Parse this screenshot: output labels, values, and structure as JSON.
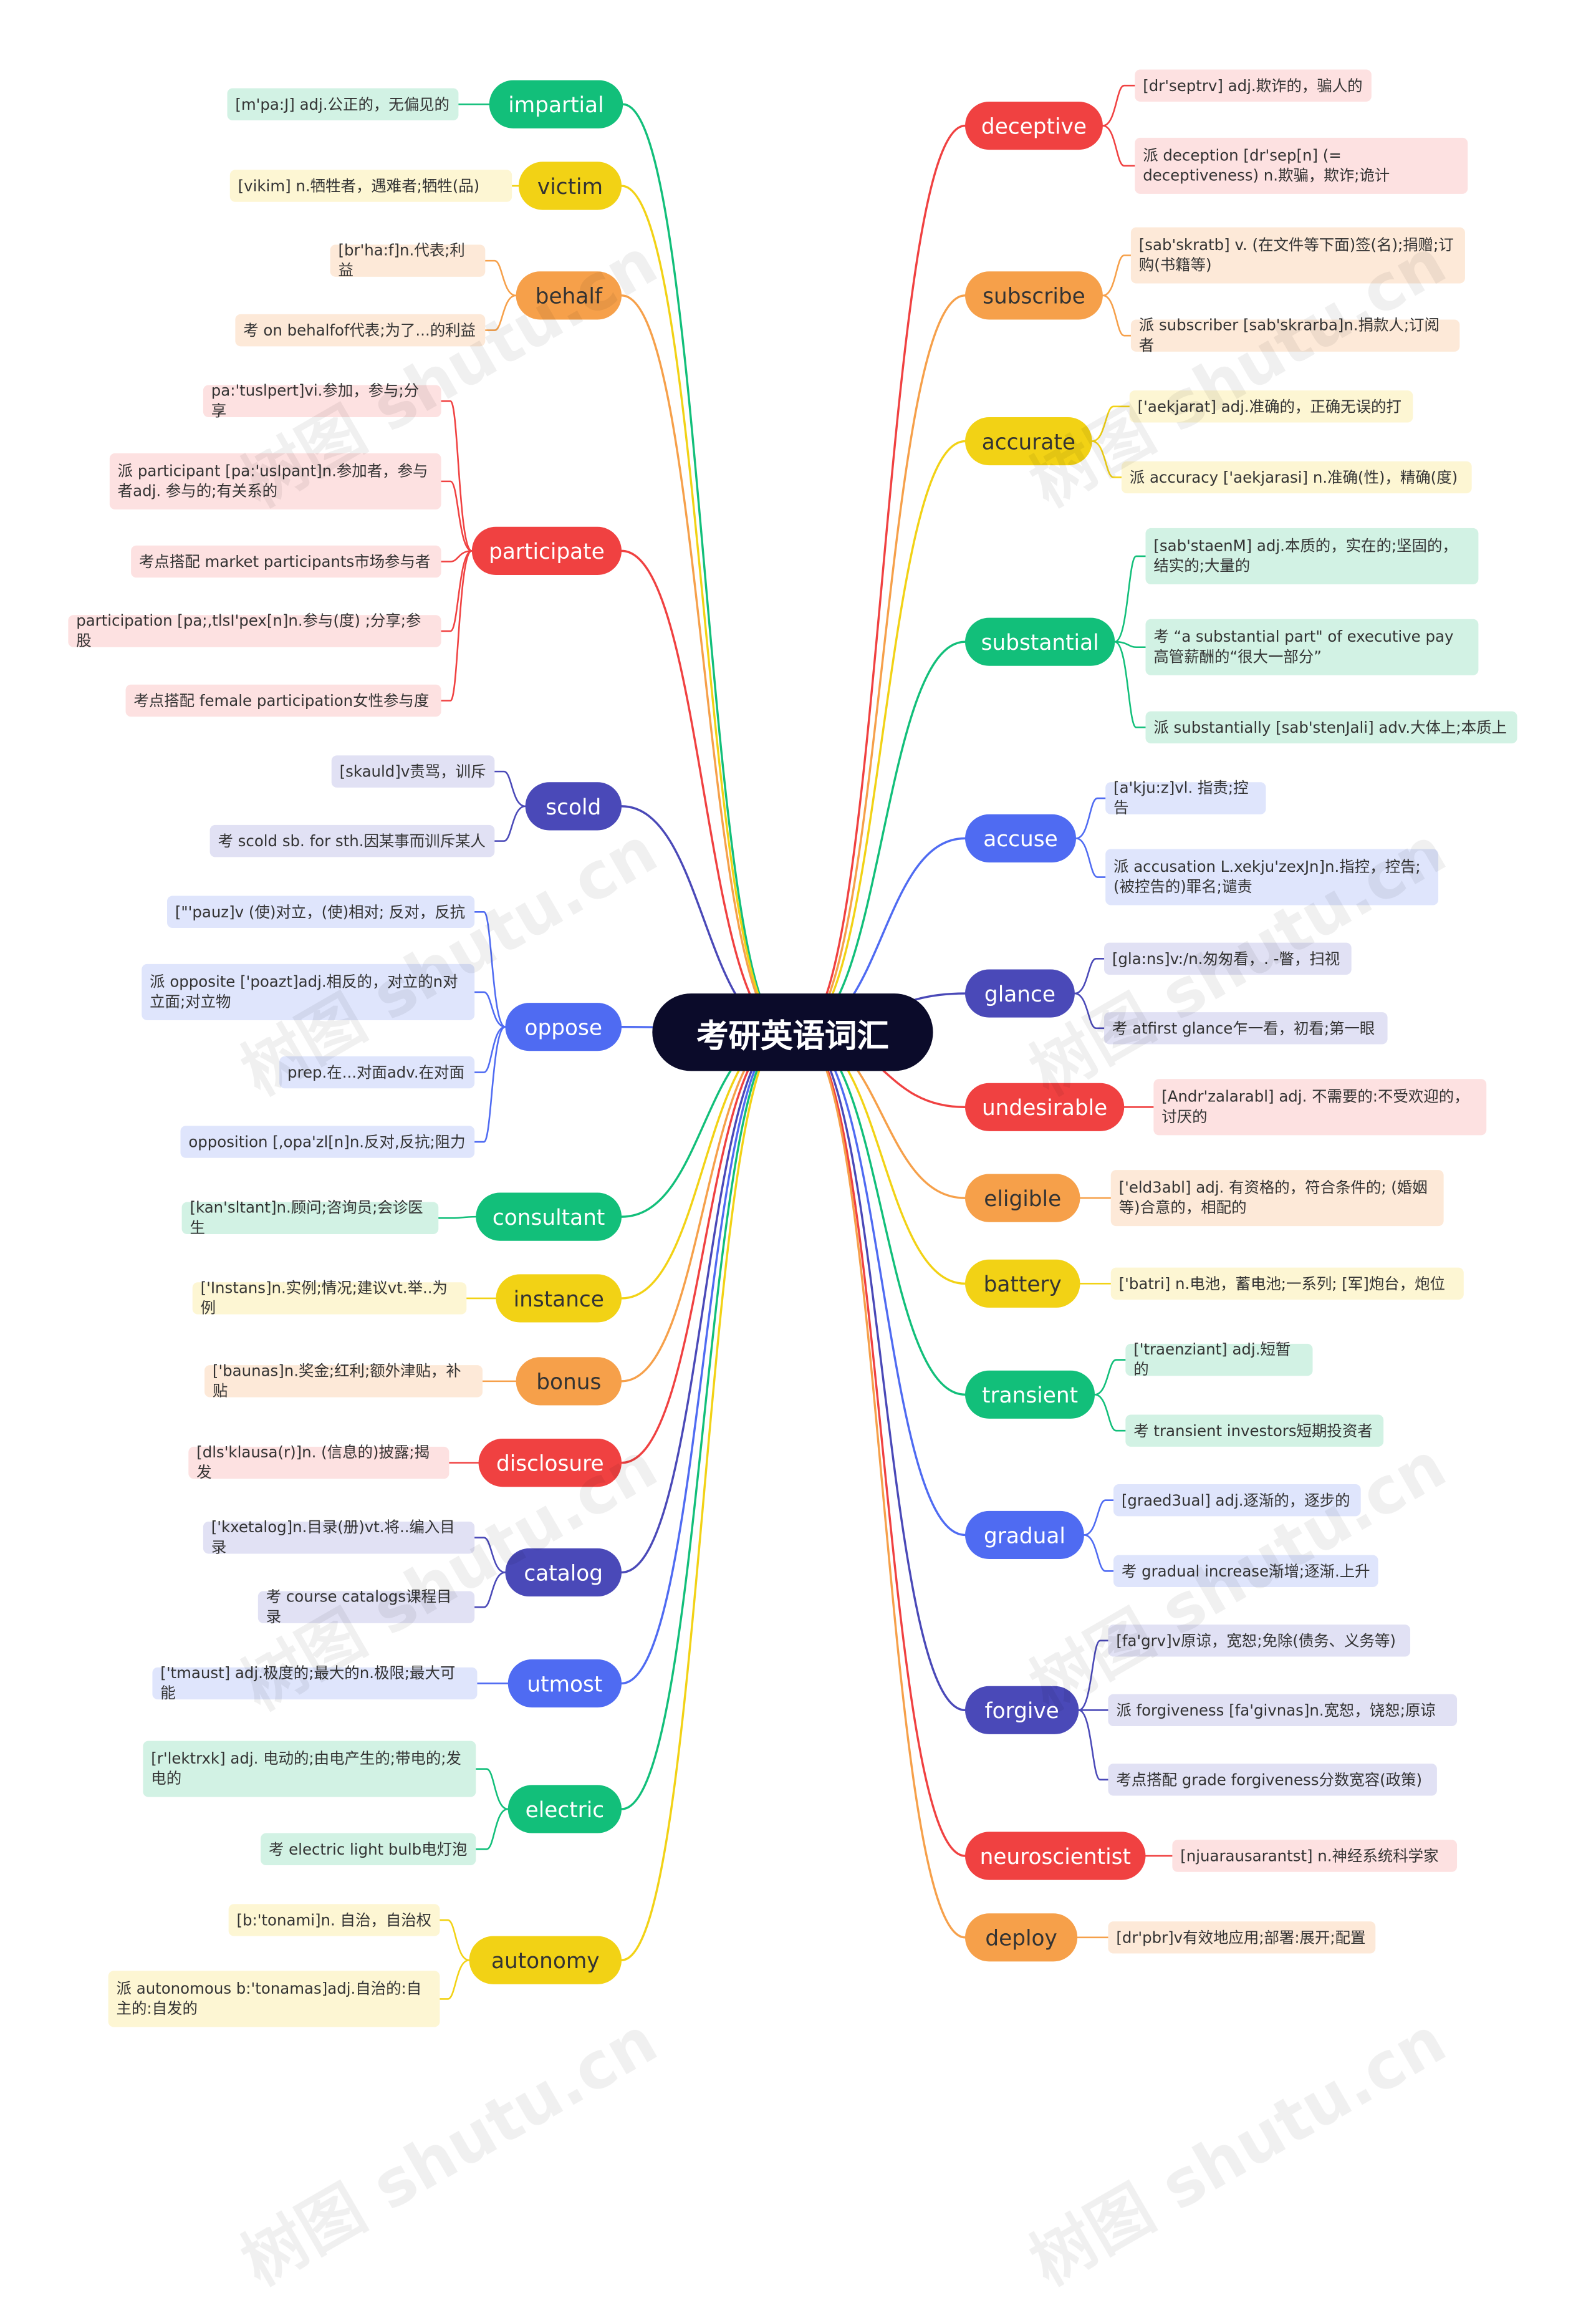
{
  "title": "考研英语词汇",
  "watermark": "树图 shutu.cn",
  "colors": {
    "red": "#f04141",
    "redNote": "#fde1e1",
    "orange": "#f6a04a",
    "orangeNote": "#fde9d8",
    "yellow": "#f2d215",
    "yellowNote": "#fdf6d3",
    "green": "#12bf7a",
    "greenNote": "#d2f2e4",
    "indigo": "#4a49b8",
    "indigoNote": "#e1e1f4",
    "blue": "#4f6bf2",
    "blueNote": "#dfe5fc",
    "center": "#0b0b2a"
  },
  "left": [
    {
      "label": "impartial",
      "color": "green",
      "notes": [
        "[m'pa:J] adj.公正的，无偏见的"
      ]
    },
    {
      "label": "victim",
      "color": "yellow",
      "notes": [
        "[vikim] n.牺牲者，遇难者;牺牲(品)"
      ]
    },
    {
      "label": "behalf",
      "color": "orange",
      "notes": [
        "[br'ha:f]n.代表;利益",
        "考 on behalfof代表;为了...的利益"
      ]
    },
    {
      "label": "participate",
      "color": "red",
      "notes": [
        "pa:'tuslpert]vi.参加，参与;分享",
        "派 participant [pa:'usIpant]n.参加者，参与者adj. 参与的;有关系的",
        "考点搭配 market participants市场参与者",
        "participation [pa;,tlsI'pex[n]n.参与(度) ;分享;参股",
        "考点搭配 female participation女性参与度"
      ]
    },
    {
      "label": "scold",
      "color": "indigo",
      "notes": [
        "[skauld]v责骂，训斥",
        "考 scold sb. for sth.因某事而训斥某人"
      ]
    },
    {
      "label": "oppose",
      "color": "blue",
      "notes": [
        "[\"'pauz]v (使)对立，(使)相对; 反对，反抗",
        "派 opposite ['poazt]adj.相反的，对立的n对立面;对立物",
        "prep.在...对面adv.在对面",
        "opposition [,opa'zl[n]n.反对,反抗;阻力"
      ]
    },
    {
      "label": "consultant",
      "color": "green",
      "notes": [
        "[kan'sltant]n.顾问;咨询员;会诊医生"
      ]
    },
    {
      "label": "instance",
      "color": "yellow",
      "notes": [
        "['Instans]n.实例;情况;建议vt.举..为例"
      ]
    },
    {
      "label": "bonus",
      "color": "orange",
      "notes": [
        "['baunas]n.奖金;红利;额外津贴，补贴"
      ]
    },
    {
      "label": "disclosure",
      "color": "red",
      "notes": [
        "[dls'klausa(r)]n. (信息的)披露;揭发"
      ]
    },
    {
      "label": "catalog",
      "color": "indigo",
      "notes": [
        "['kxetalog]n.目录(册)vt.将..编入目录",
        "考 course catalogs课程目录"
      ]
    },
    {
      "label": "utmost",
      "color": "blue",
      "notes": [
        "['tmaust] adj.极度的;最大的n.极限;最大可能"
      ]
    },
    {
      "label": "electric",
      "color": "green",
      "notes": [
        "[r'lektrxk] adj. 电动的;由电产生的;带电的;发电的",
        "考 electric light bulb电灯泡"
      ]
    },
    {
      "label": "autonomy",
      "color": "yellow",
      "notes": [
        "[b:'tonami]n. 自治，自治权",
        "派 autonomous b:'tonamas]adj.自治的:自主的:自发的"
      ]
    }
  ],
  "right": [
    {
      "label": "deceptive",
      "color": "red",
      "notes": [
        "[dr'septrv] adj.欺诈的，骗人的",
        "派 deception [dr'sep[n] (= deceptiveness) n.欺骗，欺诈;诡计"
      ]
    },
    {
      "label": "subscribe",
      "color": "orange",
      "notes": [
        "[sab'skratb] v. (在文件等下面)签(名);捐赠;订购(书籍等)",
        "派 subscriber [sab'skrarba]n.捐款人;订阅者"
      ]
    },
    {
      "label": "accurate",
      "color": "yellow",
      "notes": [
        "['aekjarat] adj.准确的，正确无误的打",
        "派 accuracy ['aekjarasi] n.准确(性)，精确(度)"
      ]
    },
    {
      "label": "substantial",
      "color": "green",
      "notes": [
        "[sab'staenM] adj.本质的，实在的;坚固的，结实的;大量的",
        "考 “a substantial part\" of executive pay 高管薪酬的“很大一部分”",
        "派 substantially [sab'stenJali] adv.大体上;本质上"
      ]
    },
    {
      "label": "accuse",
      "color": "blue",
      "notes": [
        "[a'kju:z]vl. 指责;控告",
        "派 accusation L.xekju'zexJn]n.指控，控告; (被控告的)罪名;谴责"
      ]
    },
    {
      "label": "glance",
      "color": "indigo",
      "notes": [
        "[gla:ns]v:/n.匆匆看，. -瞥，扫视",
        "考 atfirst glance乍一看，初看;第一眼"
      ]
    },
    {
      "label": "undesirable",
      "color": "red",
      "notes": [
        "[Andr'zalarabl] adj. 不需要的:不受欢迎的，讨厌的"
      ]
    },
    {
      "label": "eligible",
      "color": "orange",
      "notes": [
        "['eld3abl] adj. 有资格的，符合条件的; (婚姻等)合意的，相配的"
      ]
    },
    {
      "label": "battery",
      "color": "yellow",
      "notes": [
        "['batri] n.电池，蓄电池;一系列; [军]炮台，炮位"
      ]
    },
    {
      "label": "transient",
      "color": "green",
      "notes": [
        "['traenziant] adj.短暂的",
        "考 transient investors短期投资者"
      ]
    },
    {
      "label": "gradual",
      "color": "blue",
      "notes": [
        "[graed3ual] adj.逐渐的，逐步的",
        "考 gradual increase渐增;逐渐.上升"
      ]
    },
    {
      "label": "forgive",
      "color": "indigo",
      "notes": [
        "[fa'grv]v原谅，宽恕;免除(债务、义务等)",
        "派 forgiveness [fa'givnas]n.宽恕，饶恕;原谅",
        "考点搭配 grade forgiveness分数宽容(政策)"
      ]
    },
    {
      "label": "neuroscientist",
      "color": "red",
      "notes": [
        "[njuarausarantst] n.神经系统科学家"
      ]
    },
    {
      "label": "deploy",
      "color": "orange",
      "notes": [
        "[dr'pbr]v有效地应用;部署:展开;配置"
      ]
    }
  ]
}
